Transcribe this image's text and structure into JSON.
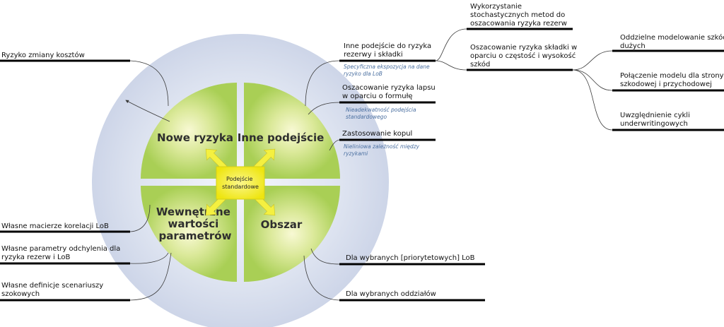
{
  "center": {
    "line1": "Podejście",
    "line2": "standardowe"
  },
  "quadrants": {
    "top_left": [
      "Nowe ryzyka"
    ],
    "top_right": [
      "Inne podejście"
    ],
    "bottom_left": [
      "Wewnętrzne",
      "wartości",
      "parametrów"
    ],
    "bottom_right": [
      "Obszar"
    ]
  },
  "left": {
    "ryzyko_zmiany": [
      "Ryzyko zmiany kosztów"
    ],
    "macierze": [
      "Własne macierze korelacji LoB"
    ],
    "parametry": [
      "Własne parametry odchylenia dla",
      "ryzyka rezerw i LoB"
    ],
    "definicje": [
      "Własne definicje scenariuszy",
      "szokowych"
    ]
  },
  "right": {
    "inne_podejscie": [
      "Inne podejście do ryzyka",
      "rezerwy i składki"
    ],
    "inne_note": [
      "Specyficzna ekspozycja na dane",
      "ryzyko dla LoB"
    ],
    "lapsu": [
      "Oszacowanie ryzyka lapsu",
      "w oparciu o formułę"
    ],
    "lapsu_note": [
      "Nieadekwatność podejścia",
      "standardowego"
    ],
    "kopul": [
      "Zastosowanie kopul"
    ],
    "kopul_note": [
      "Nieliniowa zależność między",
      "ryzykami"
    ],
    "priorytetowe": [
      "Dla wybranych [priorytetowych] LoB"
    ],
    "oddzialy": [
      "Dla wybranych oddziałów"
    ]
  },
  "far_right": {
    "stochastyczne": [
      "Wykorzystanie",
      "stochastycznych metod do",
      "oszacowania ryzyka rezerw"
    ],
    "skladki": [
      "Oszacowanie ryzyka składki w",
      "oparciu o częstość i wysokość",
      "szkód"
    ],
    "oddzielne": [
      "Oddzielne modelowanie szkód",
      "dużych"
    ],
    "polaczenie": [
      "Połączenie modelu dla strony",
      "szkodowej i przychodowej"
    ],
    "cykle": [
      "Uwzględnienie cykli",
      "underwritingowych"
    ]
  },
  "colors": {
    "halo": "#d4dbea",
    "quadrant": "#b8d86a",
    "center_box": "#f2ee1c",
    "arrow": "#f4f040",
    "bar": "#000000"
  }
}
